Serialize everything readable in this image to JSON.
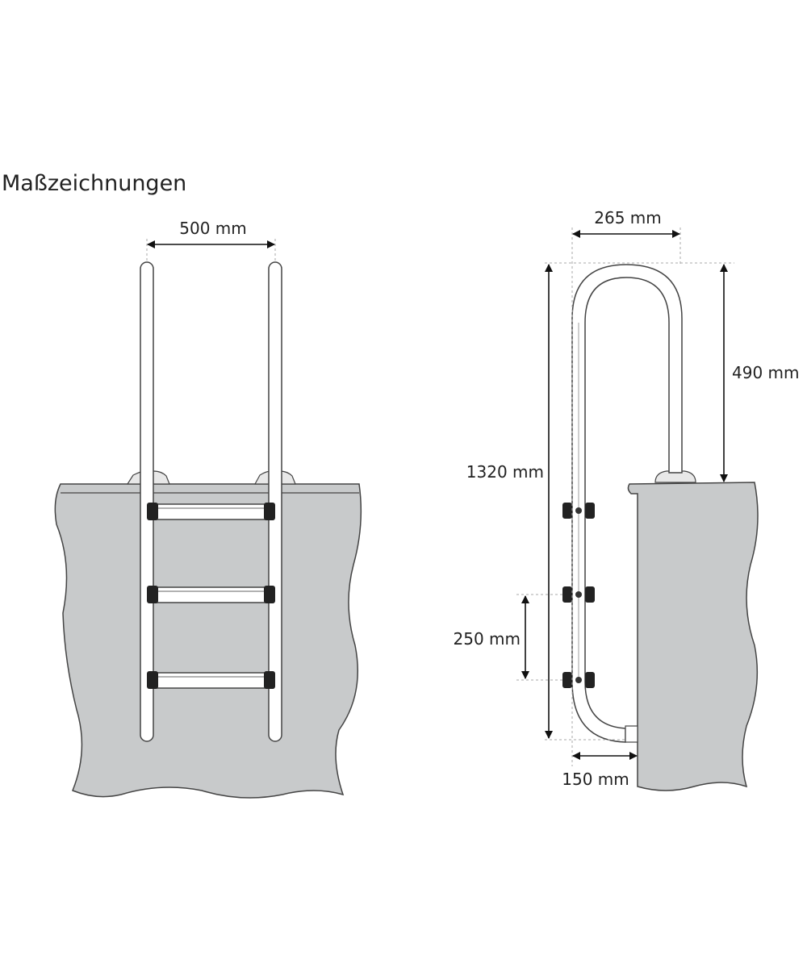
{
  "title": "Maßzeichnungen",
  "front_view": {
    "width_label": "500 mm",
    "rungs": 3
  },
  "side_view": {
    "depth_label": "265 mm",
    "height_label": "1320 mm",
    "handrail_height_label": "490 mm",
    "step_spacing_label": "250 mm",
    "wall_distance_label": "150 mm"
  },
  "colors": {
    "wall": "#c8cacb",
    "line": "#444444"
  }
}
